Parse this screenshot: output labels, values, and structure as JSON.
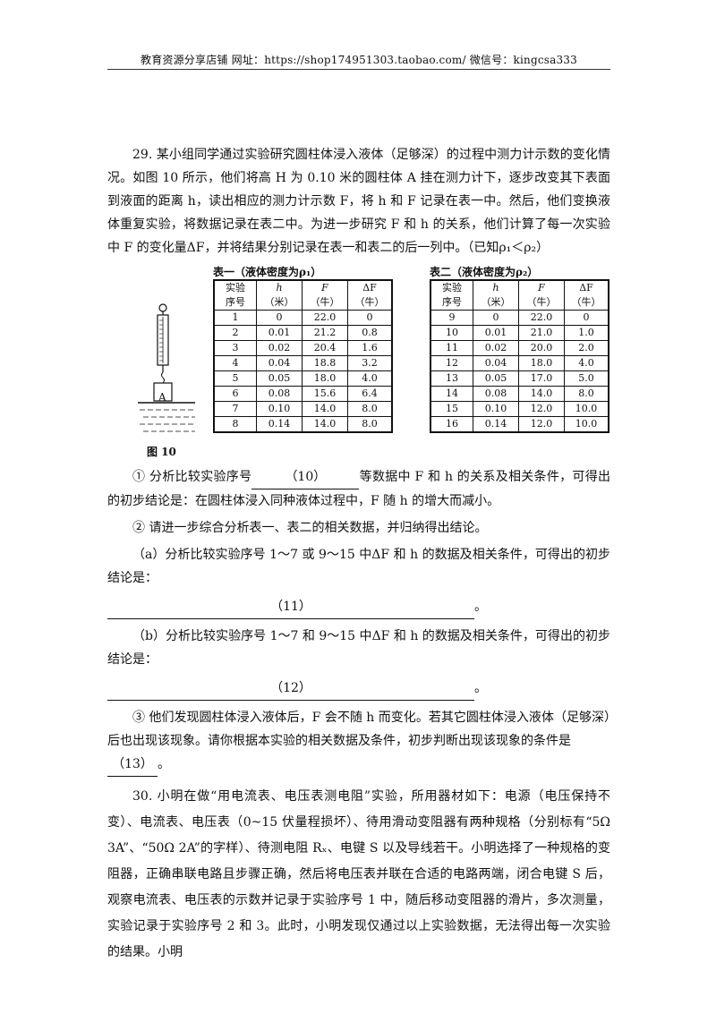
{
  "header": {
    "text": "教育资源分享店铺   网址：https://shop174951303.taobao.com/      微信号：kingcsa333"
  },
  "q29": {
    "intro": "29. 某小组同学通过实验研究圆柱体浸入液体（足够深）的过程中测力计示数的变化情况。如图 10 所示，他们将高 H 为 0.10 米的圆柱体 A 挂在测力计下，逐步改变其下表面到液面的距离 h，读出相应的测力计示数 F，将 h 和 F 记录在表一中。然后，他们变换液体重复实验，将数据记录在表二中。为进一步研究 F 和 h 的关系，他们计算了每一次实验中 F 的变化量ΔF，并将结果分别记录在表一和表二的后一列中。（已知ρ₁＜ρ₂）",
    "figure_label": "A",
    "figure_caption": "图 10",
    "table1": {
      "caption": "表一（液体密度为ρ₁）",
      "headers": [
        [
          "实验",
          "序号"
        ],
        [
          "h",
          "（米）"
        ],
        [
          "F",
          "（牛）"
        ],
        [
          "ΔF",
          "（牛）"
        ]
      ],
      "rows": [
        [
          "1",
          "0",
          "22.0",
          "0"
        ],
        [
          "2",
          "0.01",
          "21.2",
          "0.8"
        ],
        [
          "3",
          "0.02",
          "20.4",
          "1.6"
        ],
        [
          "4",
          "0.04",
          "18.8",
          "3.2"
        ],
        [
          "5",
          "0.05",
          "18.0",
          "4.0"
        ],
        [
          "6",
          "0.08",
          "15.6",
          "6.4"
        ],
        [
          "7",
          "0.10",
          "14.0",
          "8.0"
        ],
        [
          "8",
          "0.14",
          "14.0",
          "8.0"
        ]
      ]
    },
    "table2": {
      "caption": "表二（液体密度为ρ₂）",
      "headers": [
        [
          "实验",
          "序号"
        ],
        [
          "h",
          "（米）"
        ],
        [
          "F",
          "（牛）"
        ],
        [
          "ΔF",
          "（牛）"
        ]
      ],
      "rows": [
        [
          "9",
          "0",
          "22.0",
          "0"
        ],
        [
          "10",
          "0.01",
          "21.0",
          "1.0"
        ],
        [
          "11",
          "0.02",
          "20.0",
          "2.0"
        ],
        [
          "12",
          "0.04",
          "18.0",
          "4.0"
        ],
        [
          "13",
          "0.05",
          "17.0",
          "5.0"
        ],
        [
          "14",
          "0.08",
          "14.0",
          "8.0"
        ],
        [
          "15",
          "0.10",
          "12.0",
          "10.0"
        ],
        [
          "16",
          "0.14",
          "12.0",
          "10.0"
        ]
      ]
    },
    "part1_pre": "① 分析比较实验序号",
    "blank10": "（10）",
    "part1_post": "等数据中 F 和 h 的关系及相关条件，可得出的初步结论是：在圆柱体浸入同种液体过程中，F 随 h 的增大而减小。",
    "part2": "② 请进一步综合分析表一、表二的相关数据，并归纳得出结论。",
    "part2a": "（a）分析比较实验序号 1～7 或 9～15 中ΔF 和 h 的数据及相关条件，可得出的初步结论是：",
    "blank11": "（11）",
    "part2b": "（b）分析比较实验序号 1～7 和 9～15 中ΔF 和 h 的数据及相关条件，可得出的初步结论是：",
    "blank12": "（12）",
    "period": "。",
    "part3": "③ 他们发现圆柱体浸入液体后，F 会不随 h 而变化。若其它圆柱体浸入液体（足够深）后也出现该现象。请你根据本实验的相关数据及条件，初步判断出现该现象的条件是",
    "blank13": "（13）"
  },
  "q30": {
    "text": "30. 小明在做“用电流表、电压表测电阻”实验，所用器材如下：电源（电压保持不变）、电流表、电压表（0~15 伏量程损坏）、待用滑动变阻器有两种规格（分别标有“5Ω 3A”、“50Ω 2A”的字样）、待测电阻 Rₓ、电键 S 以及导线若干。小明选择了一种规格的变阻器，正确串联电路且步骤正确，然后将电压表并联在合适的电路两端，闭合电键 S 后，观察电流表、电压表的示数并记录于实验序号 1 中，随后移动变阻器的滑片，多次测量，实验记录于实验序号 2 和 3。此时，小明发现仅通过以上实验数据，无法得出每一次实验的结果。小明"
  }
}
